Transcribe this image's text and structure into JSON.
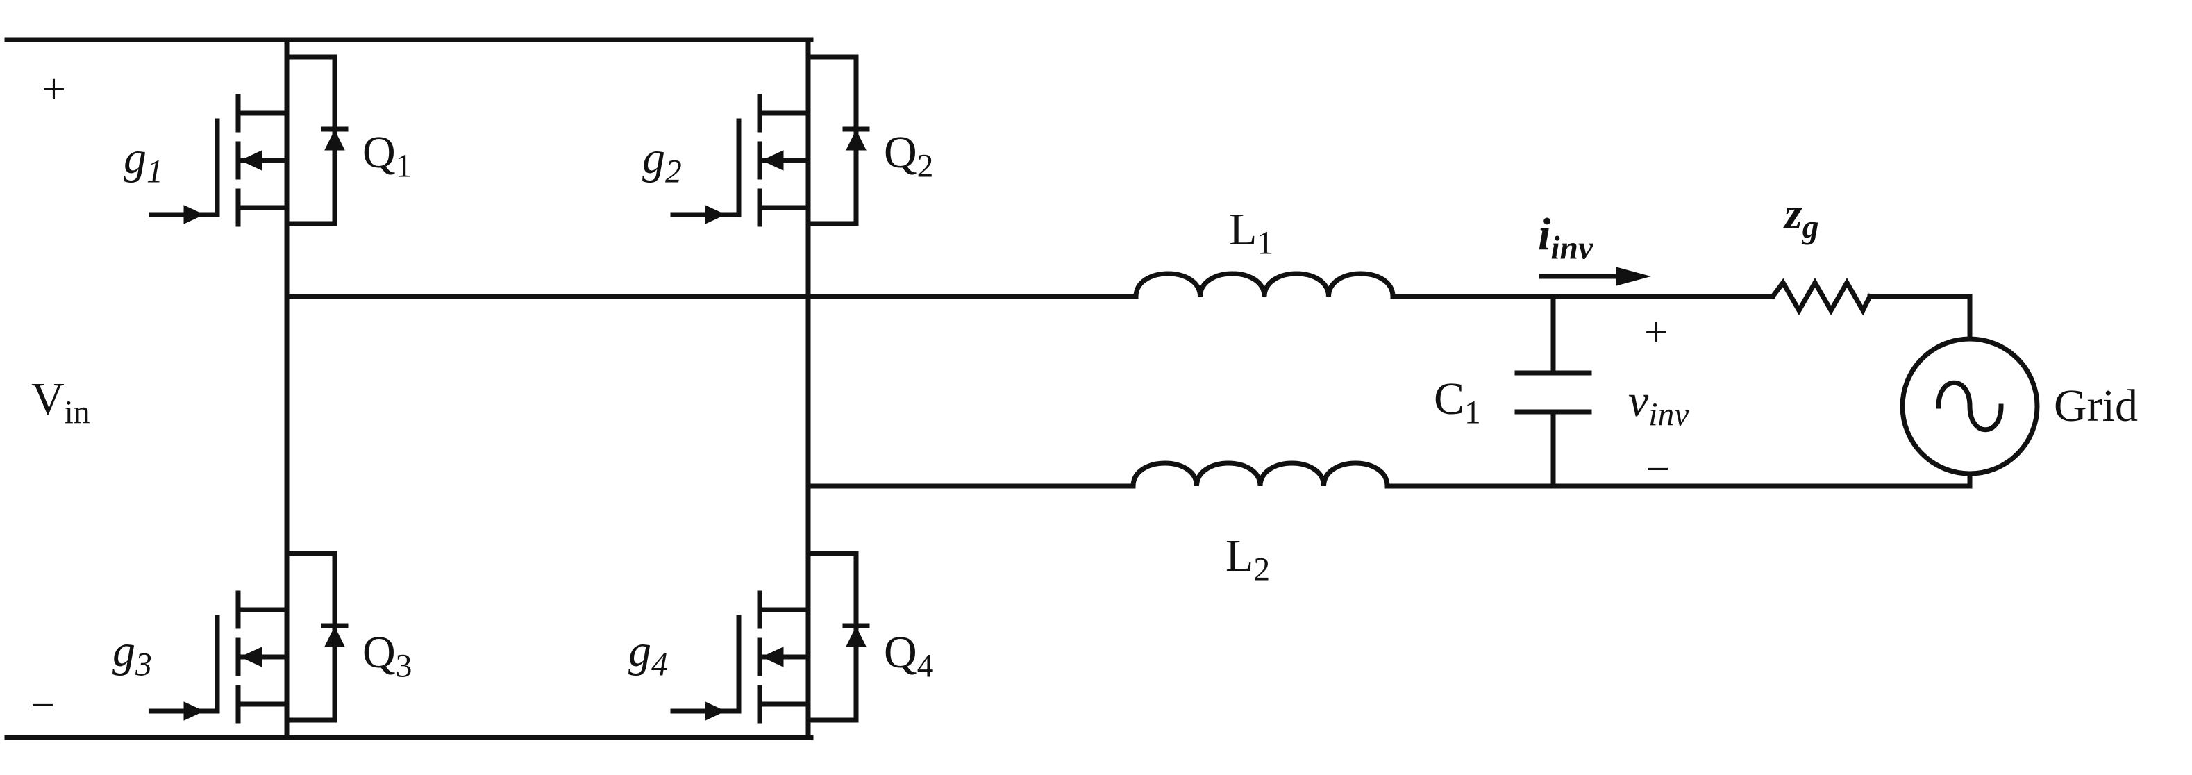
{
  "source": {
    "plus": "+",
    "minus": "−",
    "name": "V",
    "sub": "in"
  },
  "gates": [
    {
      "g": "g",
      "gsub": "1",
      "q": "Q",
      "qsub": "1"
    },
    {
      "g": "g",
      "gsub": "2",
      "q": "Q",
      "qsub": "2"
    },
    {
      "g": "g",
      "gsub": "3",
      "q": "Q",
      "qsub": "3"
    },
    {
      "g": "g",
      "gsub": "4",
      "q": "Q",
      "qsub": "4"
    }
  ],
  "filter": {
    "l1": "L",
    "l1sub": "1",
    "l2": "L",
    "l2sub": "2",
    "c1": "C",
    "c1sub": "1"
  },
  "output": {
    "i": "i",
    "isub": "inv",
    "v": "v",
    "vsub": "inv",
    "plus": "+",
    "minus": "−",
    "z": "z",
    "zsub": "g",
    "grid": "Grid"
  },
  "colors": {
    "wire": "#111111",
    "background": "#ffffff"
  }
}
